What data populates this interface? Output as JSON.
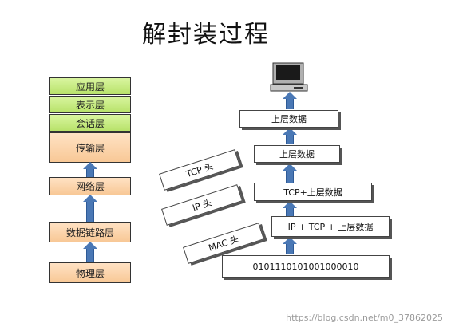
{
  "title": "解封装过程",
  "layers": [
    {
      "label": "应用层"
    },
    {
      "label": "表示层"
    },
    {
      "label": "会话层"
    },
    {
      "label": "传输层"
    },
    {
      "label": "网络层"
    },
    {
      "label": "数据链路层"
    },
    {
      "label": "物理层"
    }
  ],
  "stack_boxes": [
    {
      "label": "上层数据"
    },
    {
      "label": "上层数据"
    },
    {
      "label": "TCP+上层数据"
    },
    {
      "label": "IP + TCP + 上层数据"
    },
    {
      "label": "0101110101001000010"
    }
  ],
  "headers": [
    {
      "label": "TCP 头"
    },
    {
      "label": "IP 头"
    },
    {
      "label": "MAC 头"
    }
  ],
  "watermark": "https://blog.csdn.net/m0_37862025",
  "colors": {
    "green": "#b8e26a",
    "orange": "#f8c896",
    "arrow": "#4a78b5"
  }
}
